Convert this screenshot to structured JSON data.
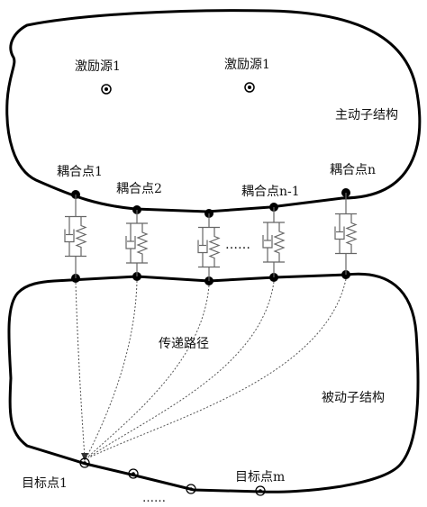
{
  "labels": {
    "excitation_source_1": "激励源1",
    "excitation_source_2": "激励源1",
    "active_substructure": "主动子结构",
    "coupling_point_1": "耦合点1",
    "coupling_point_2": "耦合点2",
    "coupling_point_n_minus_1": "耦合点n-1",
    "coupling_point_n": "耦合点n",
    "spring_ellipsis": "……",
    "transfer_path": "传递路径",
    "passive_substructure": "被动子结构",
    "target_point_1": "目标点1",
    "target_point_m": "目标点m",
    "target_ellipsis": "……"
  },
  "colors": {
    "outline": "#000000",
    "dashed_path": "#555555",
    "spring": "#666666"
  }
}
